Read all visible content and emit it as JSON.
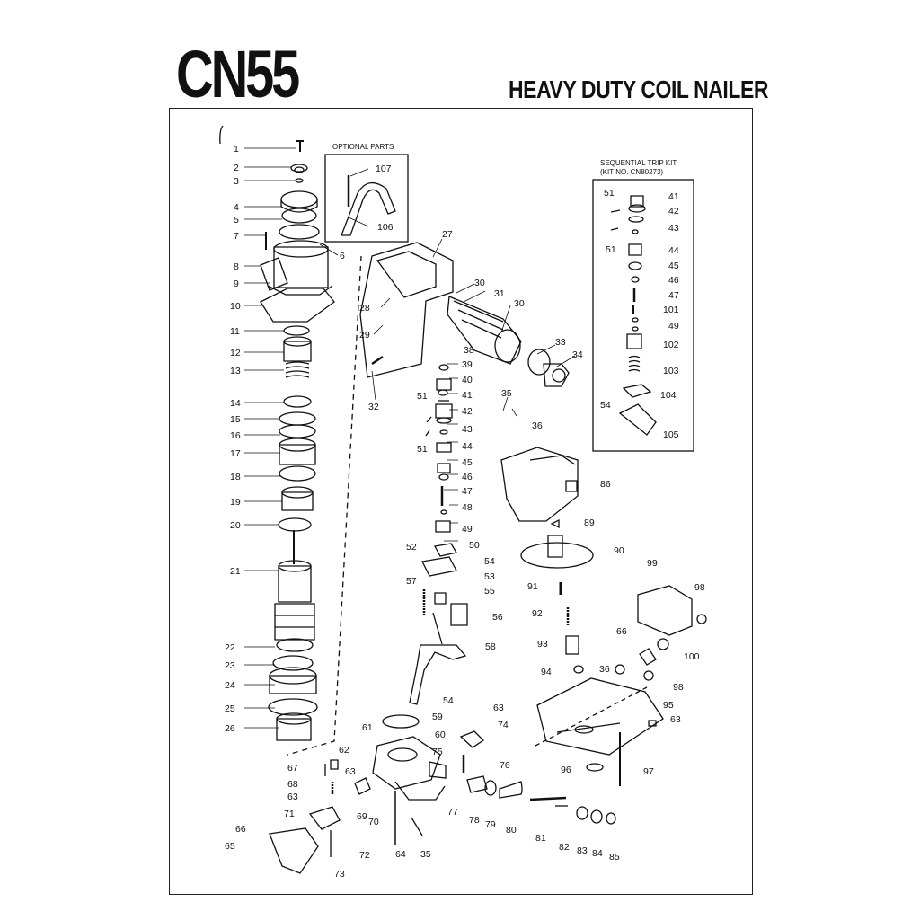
{
  "header": {
    "model": "CN55",
    "title": "HEAVY DUTY COIL NAILER"
  },
  "captions": {
    "optional_parts": "OPTIONAL PARTS",
    "trip_kit_line1": "SEQUENTIAL TRIP KIT",
    "trip_kit_line2": "(KIT NO. CN80273)"
  },
  "part_labels": [
    "1",
    "2",
    "3",
    "4",
    "5",
    "7",
    "6",
    "8",
    "9",
    "10",
    "11",
    "12",
    "13",
    "14",
    "15",
    "16",
    "17",
    "18",
    "19",
    "20",
    "21",
    "22",
    "23",
    "24",
    "25",
    "26",
    "107",
    "106",
    "27",
    "28",
    "29",
    "30",
    "31",
    "30",
    "32",
    "33",
    "34",
    "38",
    "39",
    "40",
    "41",
    "42",
    "43",
    "44",
    "45",
    "46",
    "47",
    "48",
    "49",
    "50",
    "51",
    "51",
    "35",
    "36",
    "52",
    "54",
    "53",
    "55",
    "56",
    "57",
    "58",
    "59",
    "60",
    "61",
    "62",
    "63",
    "67",
    "68",
    "63",
    "71",
    "69",
    "70",
    "66",
    "65",
    "72",
    "73",
    "64",
    "35",
    "54",
    "63",
    "74",
    "75",
    "76",
    "77",
    "78",
    "79",
    "80",
    "81",
    "82",
    "83",
    "84",
    "85",
    "86",
    "89",
    "90",
    "91",
    "92",
    "93",
    "94",
    "36",
    "66",
    "100",
    "99",
    "98",
    "98",
    "95",
    "63",
    "96",
    "97",
    "51",
    "41",
    "42",
    "43",
    "51",
    "44",
    "45",
    "46",
    "47",
    "101",
    "49",
    "102",
    "103",
    "104",
    "54",
    "105"
  ]
}
